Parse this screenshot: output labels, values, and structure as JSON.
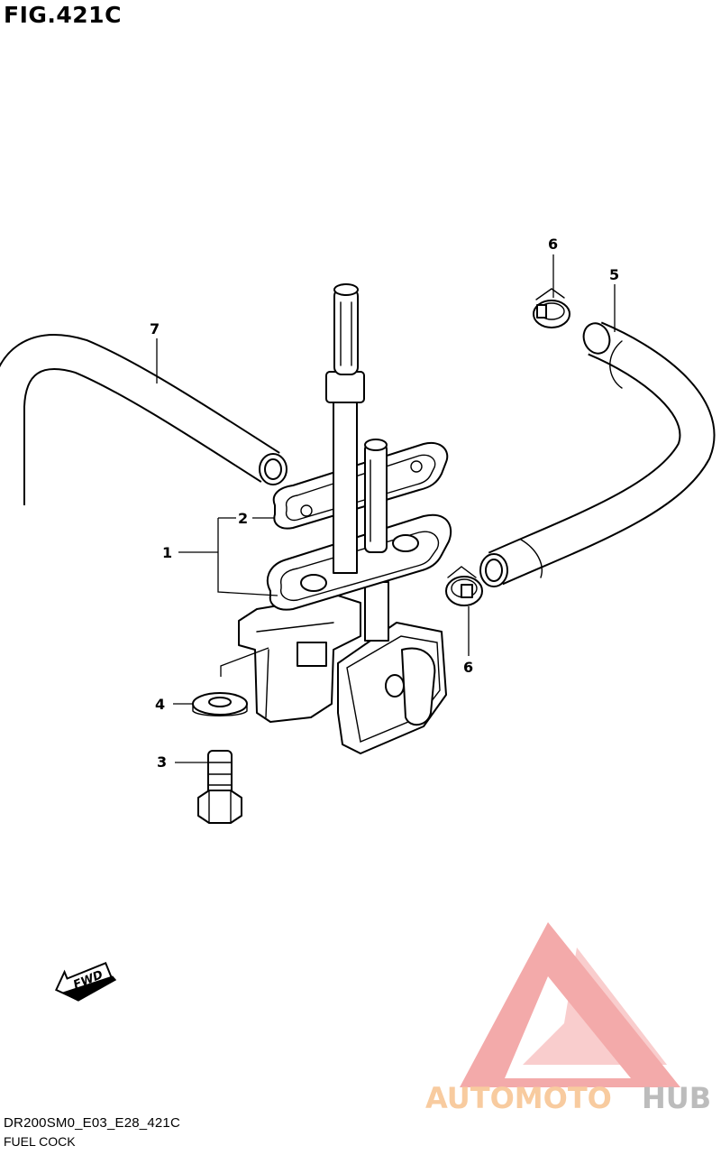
{
  "figure": {
    "title": "FIG.421C",
    "code": "DR200SM0_E03_E28_421C",
    "caption": "FUEL COCK"
  },
  "callouts": {
    "c1": "1",
    "c2": "2",
    "c3": "3",
    "c4": "4",
    "c5": "5",
    "c6a": "6",
    "c6b": "6",
    "c7": "7"
  },
  "fwd_label": "FWD",
  "watermark": {
    "word_a": "AUTOMOTO",
    "word_b": "HUB",
    "color_triangle": "#f3a6a6",
    "color_orange": "#f8c99a",
    "color_grey": "#b9b9b9"
  }
}
